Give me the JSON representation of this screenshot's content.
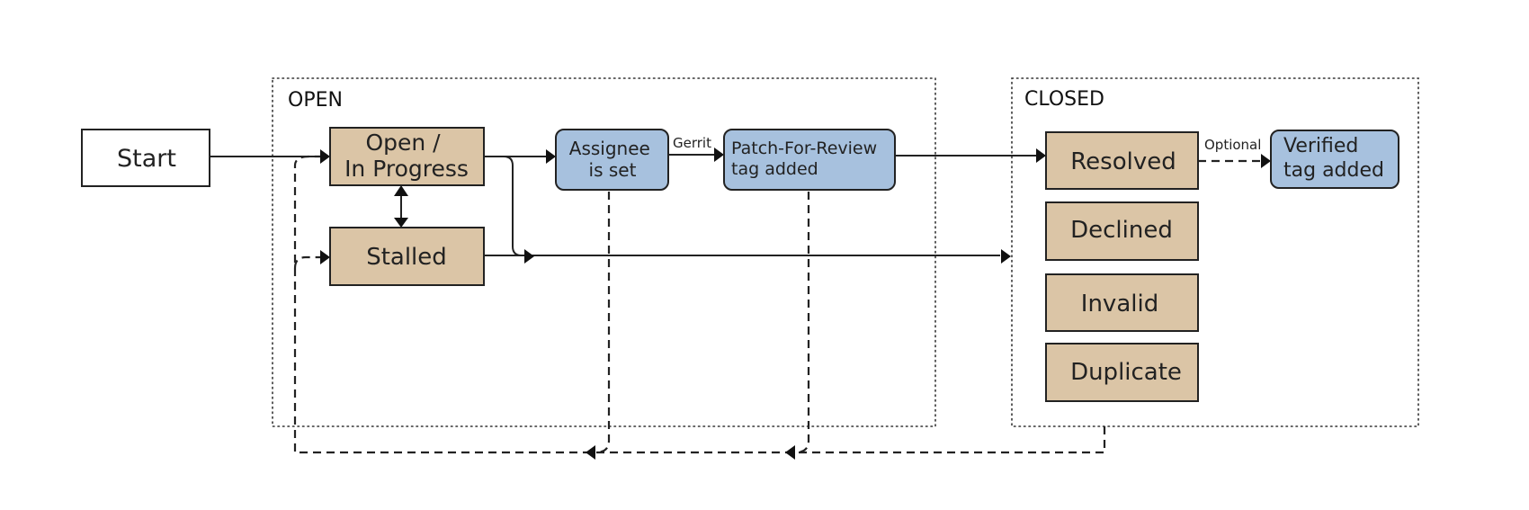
{
  "groups": {
    "open": {
      "label": "OPEN"
    },
    "closed": {
      "label": "CLOSED"
    }
  },
  "nodes": {
    "start": {
      "lines": [
        "Start"
      ]
    },
    "open_in_progress": {
      "lines": [
        "Open /",
        "In Progress"
      ]
    },
    "stalled": {
      "lines": [
        "Stalled"
      ]
    },
    "assignee_set": {
      "lines": [
        "Assignee",
        "is set"
      ]
    },
    "patch_for_review": {
      "lines": [
        "Patch-For-Review",
        "tag added"
      ]
    },
    "resolved": {
      "lines": [
        "Resolved"
      ]
    },
    "declined": {
      "lines": [
        "Declined"
      ]
    },
    "invalid": {
      "lines": [
        "Invalid"
      ]
    },
    "duplicate": {
      "lines": [
        "Duplicate"
      ]
    },
    "verified": {
      "lines": [
        "Verified",
        "tag added"
      ]
    }
  },
  "edge_labels": {
    "gerrit": "Gerrit",
    "optional": "Optional"
  },
  "colors": {
    "status_box": "#dbc5a6",
    "event_box": "#a7c1de",
    "start_box": "#ffffff"
  }
}
